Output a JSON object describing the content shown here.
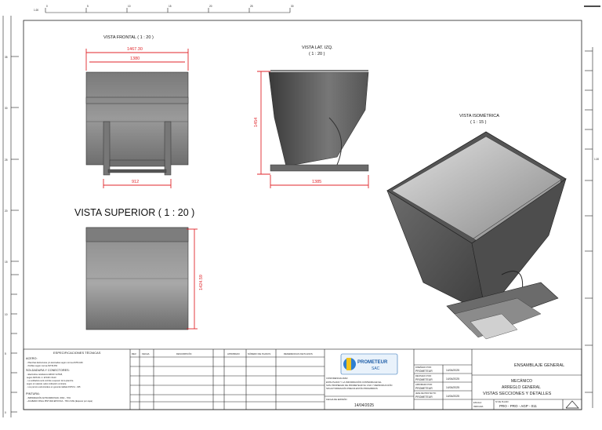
{
  "scale_label": "1:20",
  "rulers": {
    "top": [
      "0",
      "5",
      "10",
      "15",
      "20",
      "25",
      "30"
    ],
    "left": [
      "35",
      "30",
      "25",
      "20",
      "15",
      "10",
      "5",
      "0"
    ],
    "right": [
      "1:20"
    ]
  },
  "views": {
    "frontal": {
      "title": "VISTA FRONTAL ( 1 : 20 )",
      "dim_overall": "1467.30",
      "dim_inner": "1380",
      "dim_bottom": "912"
    },
    "lateral": {
      "title_line1": "VISTA LAT. IZQ.",
      "title_line2": "( 1 : 20 )",
      "dim_height": "1454",
      "dim_bottom": "1385"
    },
    "isometric": {
      "title_line1": "VISTA ISOMÉTRICA",
      "title_line2": "( 1 : 15 )"
    },
    "superior": {
      "title": "VISTA SUPERIOR ( 1 : 20 )",
      "dim_side": "1424.59"
    }
  },
  "specs": {
    "title": "ESPECIFICACIONES TÉCNICAS",
    "sections": [
      {
        "heading": "ACERO:",
        "lines": [
          "- Planchas Estructuras y/o laminadas según norma ASTM A36",
          "- Perfiles según norma ASTM A53"
        ]
      },
      {
        "heading": "SOLDADURA Y CONECTORES:",
        "lines": [
          "- Electrodos celulósicos E6010 / E7018,",
          "  según AWS D1.1 / E7018 / 6A10",
          "- La soldadura será corrida a espesor de la plancha",
          "  según el material, salvo indicación contraria",
          "- Los pernos estructurales en general calidad ASTM A - 325"
        ]
      },
      {
        "heading": "PINTURA:",
        "lines": [
          "- IMPRIMACIÓN ANTICORROSIVA: ZINC - 70%",
          "- ACABADO FINAL PINTURA EPOXICA - 76%        2 Mils (Espesor por capa)"
        ]
      }
    ]
  },
  "revision_headers": [
    "REV.",
    "FECHA",
    "DESCRIPCIÓN",
    "APROBADO",
    "NÚMERO DE PLANOS",
    "REFERENCIAS DE PLANOS"
  ],
  "company": {
    "logo_text": "PROMETEUR",
    "logo_sub": "SAC",
    "notice_title": "CONFIDENCIALIDAD",
    "notice_lines": [
      "ESTE PLANO Y LA INFORMACIÓN CONTENIDA EN EL",
      "SON PROPIEDAD DE PROMETEUR SU USO Y REPRODUCCIÓN",
      "SIN AUTORIZACIÓN PREVIA ESTÁN PROHIBIDOS"
    ],
    "date_label": "FECHA DE EMISIÓN",
    "date": "14/04/2025"
  },
  "signatures": [
    {
      "role": "DISEÑADO POR:",
      "name": "PROMETEUR",
      "date": "14/04/2025"
    },
    {
      "role": "REVISADO POR:",
      "name": "PROMETEUR",
      "date": "14/04/2025"
    },
    {
      "role": "APROBADO POR:",
      "name": "PROMETEUR",
      "date": "14/04/2025"
    },
    {
      "role": "JEFE DE PROYECTO:",
      "name": "PROMETEUR",
      "date": "14/04/2025"
    }
  ],
  "title_block": {
    "project": "ENSAMBLAJE GENERAL",
    "discipline": "MECÁNICO",
    "line2": "ARREGLO GENERAL",
    "line3": "VISTAS SECCIONES Y DETALLES",
    "drawing_label": "Nº DE PLANO",
    "drawing_number": "PRO - PRO - AGP - 011",
    "scale_label": "ESCALA",
    "scale": "INDICADA"
  }
}
